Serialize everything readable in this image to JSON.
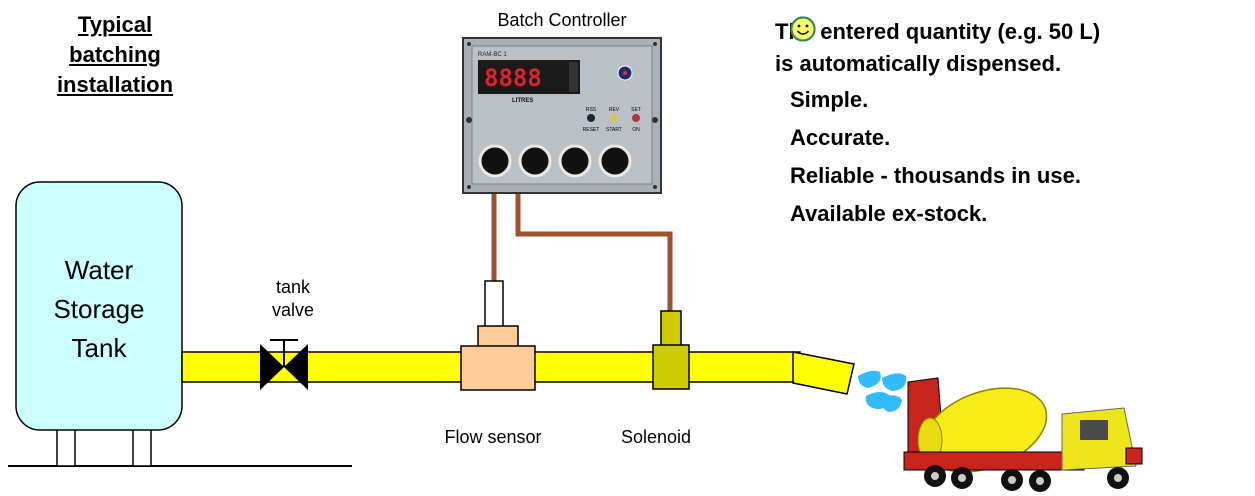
{
  "heading": {
    "lines": [
      "Typical",
      "batching",
      "installation"
    ]
  },
  "controller": {
    "title": "Batch Controller",
    "model": "RAM-BC 1",
    "units_label": "LITRES",
    "display_value": "8888",
    "button_labels_top": [
      "RSS",
      "REV",
      "SET"
    ],
    "button_labels_bottom": [
      "RESET",
      "START",
      "ON"
    ],
    "display_color": "#e0202a"
  },
  "tank": {
    "lines": [
      "Water",
      "Storage",
      "Tank"
    ],
    "fill": "#ccffff"
  },
  "valve": {
    "lines": [
      "tank",
      "valve"
    ]
  },
  "sensor": {
    "label": "Flow sensor",
    "fill": "#ffcc99"
  },
  "solenoid": {
    "label": "Solenoid",
    "fill": "#cccc00"
  },
  "pipe": {
    "fill": "#ffff00"
  },
  "cable": {
    "color": "#a0522d"
  },
  "water": {
    "color": "#33bbff"
  },
  "bullets": {
    "intro_lines": [
      "The entered quantity (e.g. 50 L)",
      "is automatically dispensed."
    ],
    "items": [
      {
        "icon": "smiley-icon",
        "text": "Simple."
      },
      {
        "icon": "smiley-icon",
        "text": "Accurate."
      },
      {
        "icon": "smiley-icon",
        "text": "Reliable - thousands in use."
      },
      {
        "icon": "smiley-icon",
        "text": "Available ex-stock."
      }
    ]
  }
}
